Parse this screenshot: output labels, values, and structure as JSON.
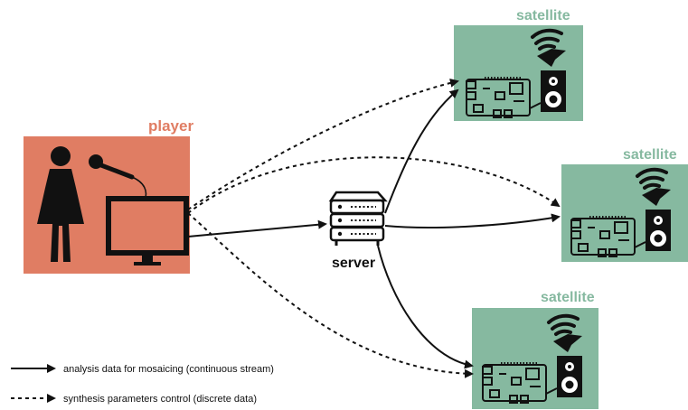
{
  "colors": {
    "player": "#e07d63",
    "satellite": "#86b9a0",
    "ink": "#111111"
  },
  "player": {
    "label": "player"
  },
  "server": {
    "label": "server"
  },
  "satellites": [
    {
      "label": "satellite"
    },
    {
      "label": "satellite"
    },
    {
      "label": "satellite"
    }
  ],
  "legend": {
    "solid": "analysis data for mosaicing (continuous stream)",
    "dashed": "synthesis parameters control (discrete data)"
  },
  "icons": [
    "person-icon",
    "microphone-icon",
    "monitor-icon",
    "server-icon",
    "speaker-icon",
    "wifi-icon",
    "horn-icon",
    "circuit-board-icon"
  ]
}
